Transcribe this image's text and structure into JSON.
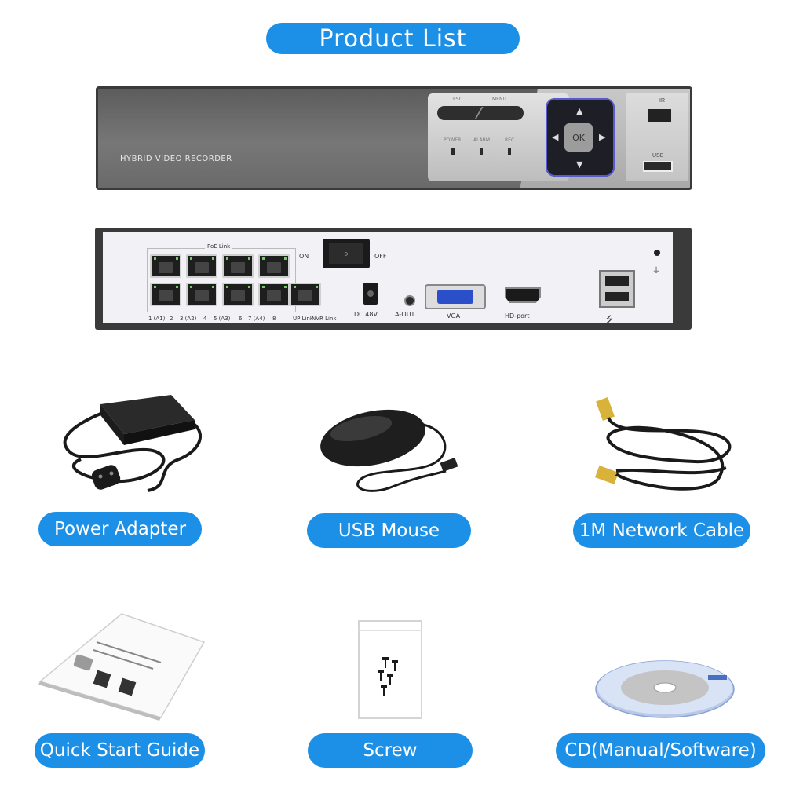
{
  "title": "Product List",
  "front_panel": {
    "brand": "HYBRID VIDEO RECORDER",
    "esc_label": "ESC",
    "menu_label": "MENU",
    "led_labels": [
      "POWER",
      "ALARM",
      "REC"
    ],
    "ok_label": "OK",
    "ir_label": "IR",
    "usb_label": "USB"
  },
  "rear_panel": {
    "poe_label": "PoE Link",
    "port_labels": [
      "1 (A1)",
      "2",
      "3 (A2)",
      "4",
      "5 (A3)",
      "6",
      "7 (A4)",
      "8"
    ],
    "uplink_label": "UP Link",
    "nvrlink_label": "NVR Link",
    "on_label": "ON",
    "off_label": "OFF",
    "dc_label": "DC 48V",
    "aout_label": "A-OUT",
    "vga_label": "VGA",
    "hdmi_label": "HD-port"
  },
  "accessories": [
    {
      "label": "Power Adapter",
      "icon": "power-adapter-icon"
    },
    {
      "label": "USB Mouse",
      "icon": "usb-mouse-icon"
    },
    {
      "label": "1M Network Cable",
      "icon": "network-cable-icon"
    },
    {
      "label": "Quick Start Guide",
      "icon": "manual-booklet-icon"
    },
    {
      "label": "Screw",
      "icon": "screw-bag-icon"
    },
    {
      "label": "CD(Manual/Software)",
      "icon": "cd-disc-icon"
    }
  ],
  "colors": {
    "accent": "#1c8fe6",
    "panel_dark": "#3a3a3a"
  }
}
